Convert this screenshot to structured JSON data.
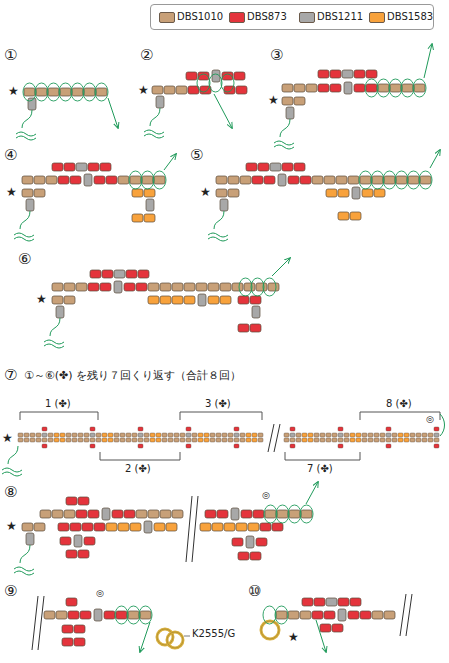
{
  "diagram": {
    "labels": [
      "①",
      "★",
      "②",
      "★",
      "③",
      "★",
      "④",
      "★",
      "⑤",
      "★",
      "⑥",
      "★",
      "⑦",
      "①～⑥(✤) を残り７回くり返す（合計８回）",
      "1 (✤)",
      "2 (✤)",
      "3 (✤)",
      "7 (✤)",
      "8 (✤)",
      "◎",
      "★",
      "⑧",
      "◎",
      "★",
      "⑨",
      "◎",
      "K2555/G",
      "⑩",
      "★"
    ],
    "legend": [
      {
        "text": "DBS1010",
        "color": "#c8a078"
      },
      {
        "text": "DBS873",
        "color": "#e4343c"
      },
      {
        "text": "DBS1211",
        "color": "#a8a8a8"
      },
      {
        "text": "DBS1583",
        "color": "#f8a23c"
      }
    ]
  }
}
